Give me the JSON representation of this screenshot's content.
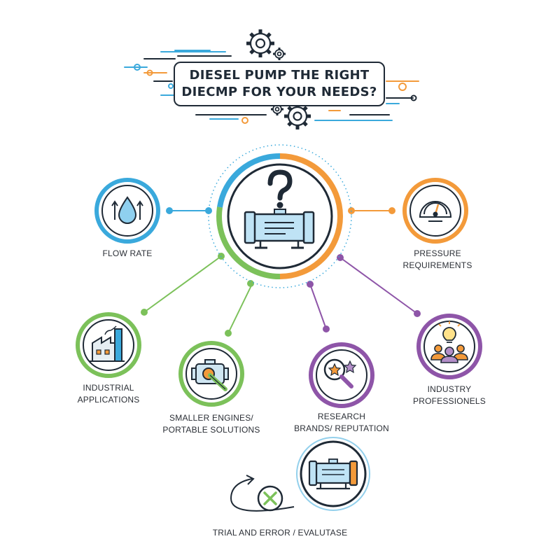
{
  "title": {
    "line1": "DIESEL PUMP THE RIGHT",
    "line2": "DIECMP FOR YOUR NEEDS?"
  },
  "nodes": {
    "flow_rate": {
      "line1": "FLOW RATE",
      "icon": "water-drop-icon",
      "color": "#3aa9dc"
    },
    "pressure": {
      "line1": "PRESSURE REQUIREMENTS",
      "icon": "pressure-gauge-icon",
      "color": "#f39a3a"
    },
    "industrial": {
      "line1": "INDUSTRIAL",
      "line2": "APPLICATIONS",
      "icon": "factory-icon",
      "color": "#7cc15a"
    },
    "smaller_engines": {
      "line1": "SMALLER ENGINES/",
      "line2": "PORTABLE SOLUTIONS",
      "icon": "engine-wrench-icon",
      "color": "#7cc15a"
    },
    "research": {
      "line1": "RESEARCH",
      "line2": "BRANDS/ REPUTATION",
      "icon": "magnifier-star-icon",
      "color": "#8e55a8"
    },
    "professionals": {
      "line1": "INDUSTRY",
      "line2": "PROFESSIONELS",
      "icon": "people-lightbulb-icon",
      "color": "#8e55a8"
    },
    "trial": {
      "line1": "TRIAL AND ERROR / EVALUTASE",
      "icon": "pump-icon",
      "color": "#3aa9dc"
    }
  },
  "center": {
    "icon": "pump-question-icon"
  },
  "colors": {
    "blue": "#3aa9dc",
    "orange": "#f39a3a",
    "green": "#7cc15a",
    "purple": "#8e55a8",
    "dark": "#1f2a36",
    "pump_fill": "#bfe3f5"
  }
}
